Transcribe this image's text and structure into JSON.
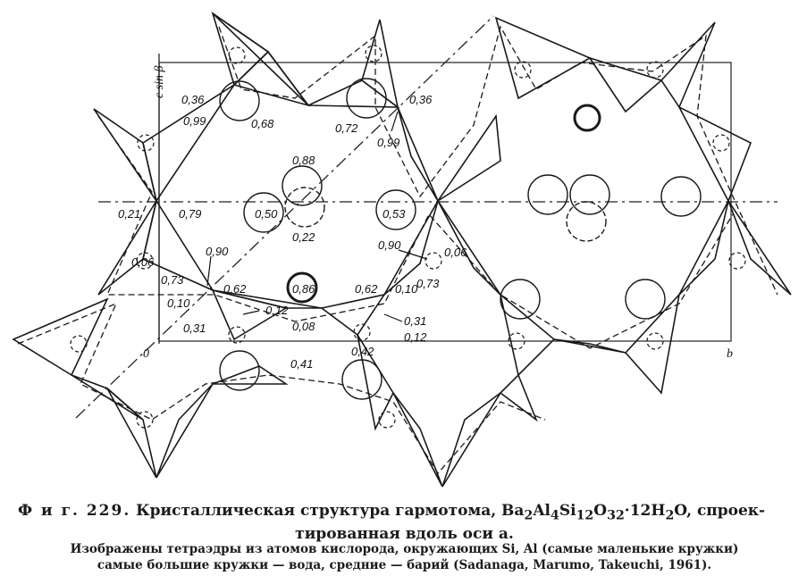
{
  "figure": {
    "axes": {
      "c": "c sin β",
      "b": "b",
      "o": "0"
    },
    "labels": [
      {
        "id": "l1",
        "text": "0,36"
      },
      {
        "id": "l2",
        "text": "0,99"
      },
      {
        "id": "l3",
        "text": "0,68"
      },
      {
        "id": "l4",
        "text": "0,72"
      },
      {
        "id": "l5",
        "text": "0,36"
      },
      {
        "id": "l6",
        "text": "0,99"
      },
      {
        "id": "l7",
        "text": "0,88"
      },
      {
        "id": "l8",
        "text": "0,21"
      },
      {
        "id": "l9",
        "text": "0,79"
      },
      {
        "id": "l10",
        "text": "0,50"
      },
      {
        "id": "l11",
        "text": "0,22"
      },
      {
        "id": "l12",
        "text": "0,53"
      },
      {
        "id": "l13",
        "text": "0,90"
      },
      {
        "id": "l14",
        "text": "0,90"
      },
      {
        "id": "l15",
        "text": "0,06"
      },
      {
        "id": "l16",
        "text": "0,06"
      },
      {
        "id": "l17",
        "text": "0,73"
      },
      {
        "id": "l18",
        "text": "0,73"
      },
      {
        "id": "l19",
        "text": "0,10"
      },
      {
        "id": "l20",
        "text": "0,62"
      },
      {
        "id": "l21",
        "text": "0,86"
      },
      {
        "id": "l22",
        "text": "0,62"
      },
      {
        "id": "l23",
        "text": "0,10"
      },
      {
        "id": "l24",
        "text": "0,12"
      },
      {
        "id": "l25",
        "text": "0,31"
      },
      {
        "id": "l26",
        "text": "0,08"
      },
      {
        "id": "l27",
        "text": "0,31"
      },
      {
        "id": "l28",
        "text": "0,12"
      },
      {
        "id": "l29",
        "text": "0,41"
      },
      {
        "id": "l30",
        "text": "0,42"
      }
    ]
  },
  "caption": {
    "fig_label": "Ф и г. 229.",
    "title_pre": "Кристаллическая структура гармотома, Ba",
    "sub_2": "2",
    "al": "Al",
    "sub_4": "4",
    "si": "Si",
    "sub_12": "12",
    "o": "O",
    "sub_32": "32",
    "mid": "·12H",
    "sub_2b": "2",
    "post": "O, спроек-",
    "line2": "тированная вдоль оси a.",
    "note_line1": "Изображены тетраэдры из атомов кислорода, окружающих Si, Al (самые маленькие кружки)",
    "note_line2": "самые большие кружки — вода, средние — барий (Sadanaga, Marumo, Takeuchi, 1961)."
  }
}
